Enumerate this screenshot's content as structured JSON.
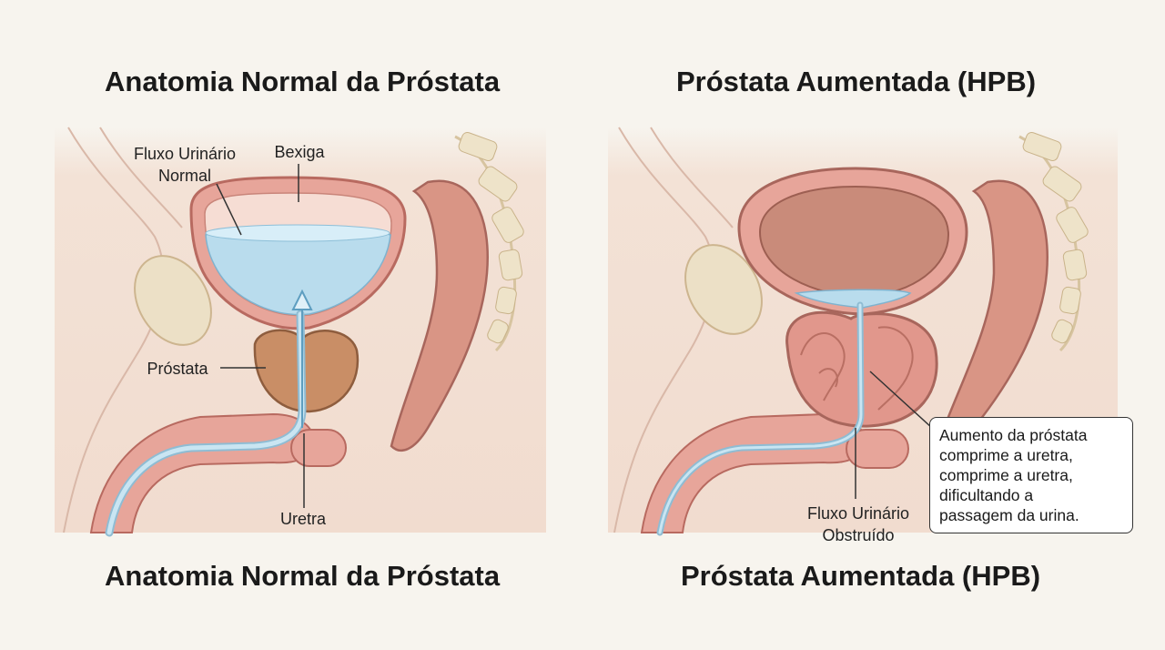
{
  "left_panel": {
    "title_top": "Anatomia Normal da Próstata",
    "title_bottom": "Anatomia Normal da Próstata",
    "labels": {
      "flow_line1": "Fluxo Urinário",
      "flow_line2": "Normal",
      "bladder": "Bexiga",
      "prostate": "Próstata",
      "urethra": "Uretra"
    }
  },
  "right_panel": {
    "title_top": "Próstata Aumentada (HPB)",
    "title_bottom": "Próstata Aumentada (HPB)",
    "labels": {
      "flow_line1": "Fluxo Urinário",
      "flow_line2": "Obstruído"
    },
    "callout_lines": [
      "Aumento da próstata",
      "comprime a uretra,",
      "comprime a uretra,",
      "dificultando a",
      "passagem da urina."
    ]
  },
  "colors": {
    "tissue": "#f2ddd0",
    "organ": "#e7a59a",
    "organ_outline": "#b86a60",
    "urine": "#b9dced",
    "prostate_normal": "#c98e66",
    "prostate_enlarged": "#e1978c",
    "bone": "#eee3c9"
  }
}
